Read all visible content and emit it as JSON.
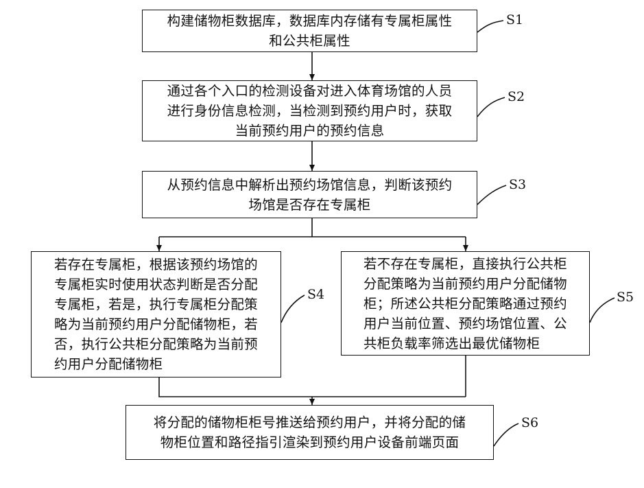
{
  "steps": [
    {
      "id": "s1",
      "label": "S1",
      "lines": [
        "构建储物柜数据库，数据库内存储有专属柜属性",
        "和公共柜属性"
      ]
    },
    {
      "id": "s2",
      "label": "S2",
      "lines": [
        "通过各个入口的检测设备对进入体育场馆的人员",
        "进行身份信息检测，当检测到预约用户时，获取",
        "当前预约用户的预约信息"
      ]
    },
    {
      "id": "s3",
      "label": "S3",
      "lines": [
        "从预约信息中解析出预约场馆信息，判断该预约",
        "场馆是否存在专属柜"
      ]
    },
    {
      "id": "s4",
      "label": "S4",
      "lines": [
        "若存在专属柜，根据该预约场馆的",
        "专属柜实时使用状态判断是否分配",
        "专属柜，若是，执行专属柜分配策",
        "略为当前预约用户分配储物柜，若",
        "否，执行公共柜分配策略为当前预",
        "约用户分配储物柜"
      ]
    },
    {
      "id": "s5",
      "label": "S5",
      "lines": [
        "若不存在专属柜，直接执行公共柜",
        "分配策略为当前预约用户分配储物",
        "柜；所述公共柜分配策略通过预约",
        "用户当前位置、预约场馆位置、公",
        "共柜负载率筛选出最优储物柜"
      ]
    },
    {
      "id": "s6",
      "label": "S6",
      "lines": [
        "将分配的储物柜柜号推送给预约用户，并将分配的储",
        "物柜位置和路径指引渲染到预约用户设备前端页面"
      ]
    }
  ]
}
